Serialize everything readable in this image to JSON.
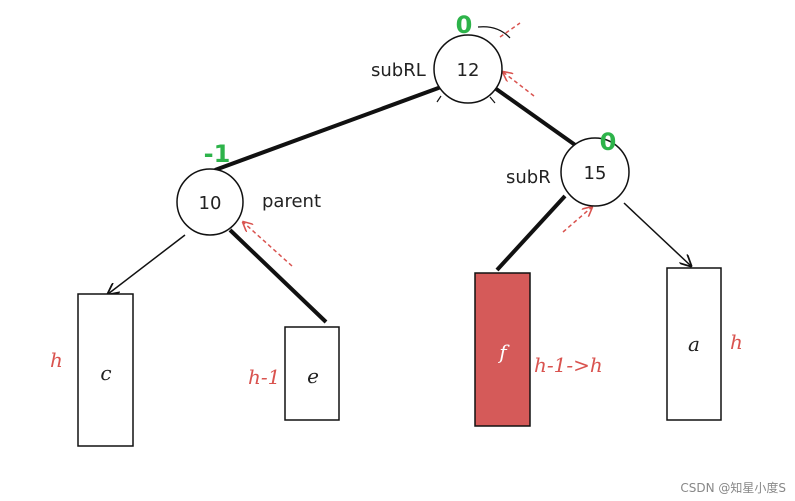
{
  "colors": {
    "balance_factor": "#2db34a",
    "height_note": "#d9534f",
    "highlight_fill": "#d55a59",
    "stroke": "#111111"
  },
  "nodes": {
    "n12": {
      "value": "12",
      "tag": "subRL",
      "bf": "0"
    },
    "n10": {
      "value": "10",
      "tag": "parent",
      "bf": "-1"
    },
    "n15": {
      "value": "15",
      "tag": "subR",
      "bf": "0"
    }
  },
  "boxes": {
    "c": {
      "label": "c",
      "height": "h"
    },
    "e": {
      "label": "e",
      "height": "h-1"
    },
    "f": {
      "label": "f",
      "height": "h-1->h"
    },
    "a": {
      "label": "a",
      "height": "h"
    }
  },
  "watermark": "CSDN @知星小度S"
}
